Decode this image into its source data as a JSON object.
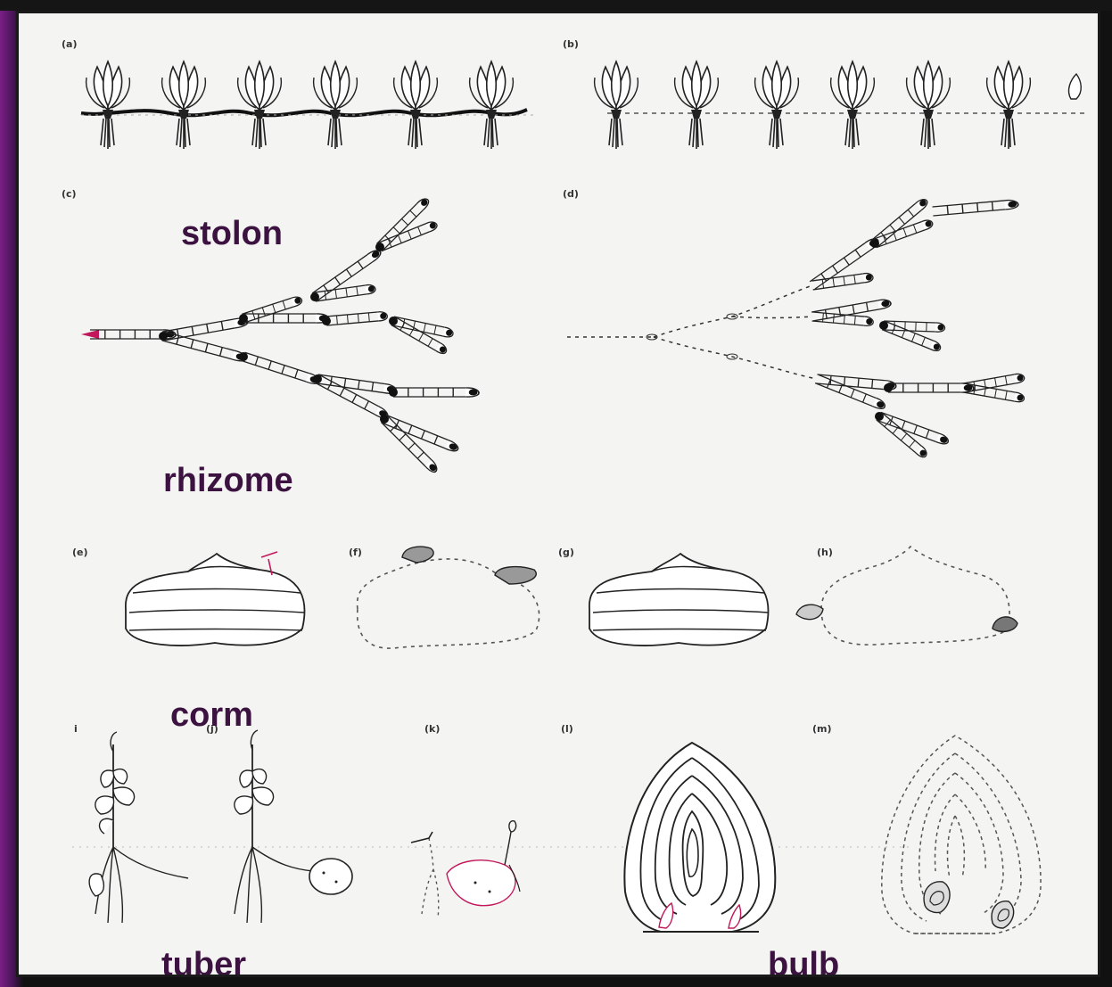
{
  "labels": {
    "stolon": "stolon",
    "rhizome": "rhizome",
    "corm": "corm",
    "tuber": "tuber",
    "bulb": "bulb"
  },
  "panels": [
    "(a)",
    "(b)",
    "(c)",
    "(d)",
    "(e)",
    "(f)",
    "(g)",
    "(h)",
    "i",
    "(j)",
    "(k)",
    "(l)",
    "(m)"
  ],
  "colors": {
    "label": "#3b1240",
    "frame_accent": "#7a1f86",
    "ink": "#222222",
    "highlight": "#c2185b"
  }
}
